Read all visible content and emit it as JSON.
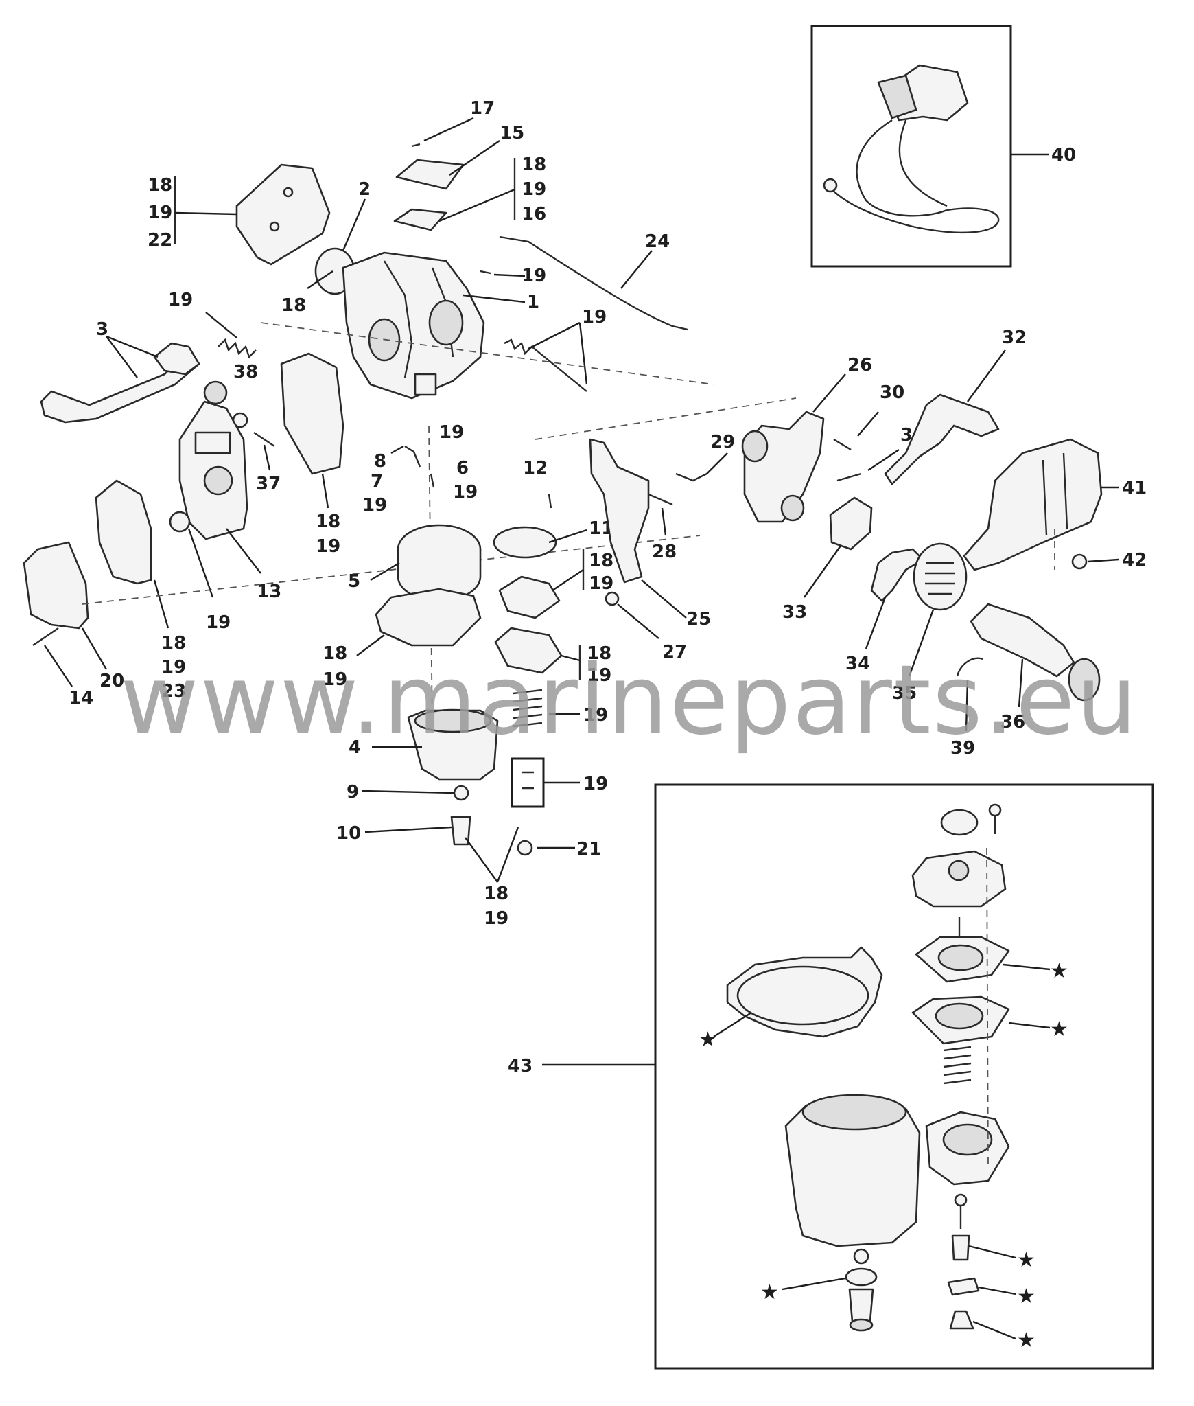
{
  "watermark": "www.marineparts.eu",
  "callouts": {
    "c1": "1",
    "c2": "2",
    "c3": "3",
    "c4": "4",
    "c5": "5",
    "c6": "6",
    "c7": "7",
    "c8": "8",
    "c9": "9",
    "c10": "10",
    "c11": "11",
    "c12": "12",
    "c13": "13",
    "c14": "14",
    "c15": "15",
    "c16": "16",
    "c17": "17",
    "c18": "18",
    "c19": "19",
    "c20": "20",
    "c21": "21",
    "c22": "22",
    "c23": "23",
    "c24": "24",
    "c25": "25",
    "c26": "26",
    "c27": "27",
    "c28": "28",
    "c29": "29",
    "c30": "30",
    "c31": "31",
    "c32": "32",
    "c33": "33",
    "c34": "34",
    "c35": "35",
    "c36": "36",
    "c37": "37",
    "c38": "38",
    "c39": "39",
    "c40": "40",
    "c41": "41",
    "c42": "42",
    "c43": "43"
  },
  "kit_marker": "★"
}
